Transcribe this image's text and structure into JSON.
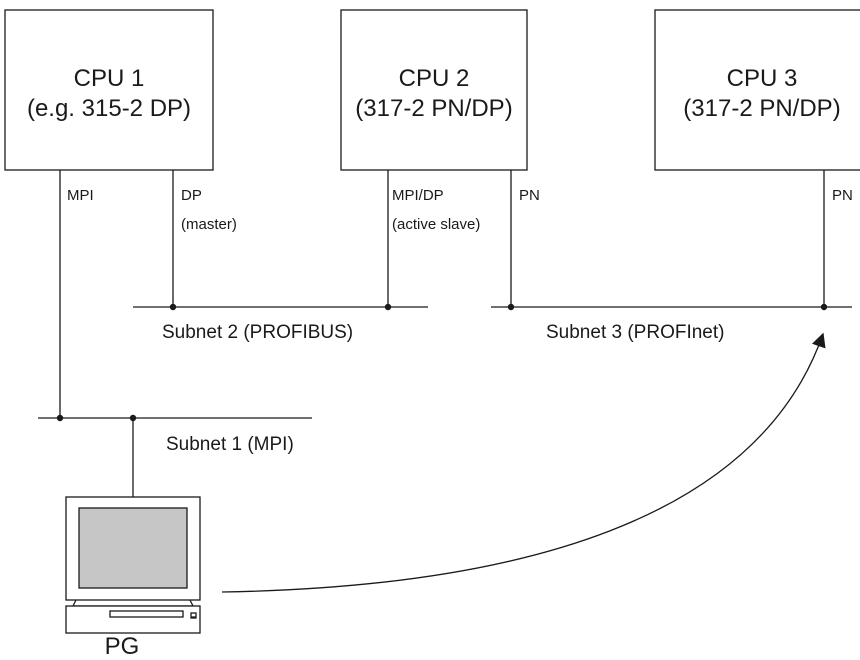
{
  "cpus": [
    {
      "title": "CPU 1",
      "model": "(e.g. 315-2 DP)"
    },
    {
      "title": "CPU 2",
      "model": "(317-2 PN/DP)"
    },
    {
      "title": "CPU 3",
      "model": "(317-2 PN/DP)"
    }
  ],
  "ports": {
    "cpu1_mpi": "MPI",
    "cpu1_dp": "DP",
    "cpu1_dp_role": "(master)",
    "cpu2_mpidp": "MPI/DP",
    "cpu2_mpidp_role": "(active slave)",
    "cpu2_pn": "PN",
    "cpu3_pn": "PN"
  },
  "subnets": {
    "subnet1": "Subnet 1 (MPI)",
    "subnet2": "Subnet 2 (PROFIBUS)",
    "subnet3": "Subnet 3 (PROFInet)"
  },
  "pg": {
    "label": "PG"
  }
}
